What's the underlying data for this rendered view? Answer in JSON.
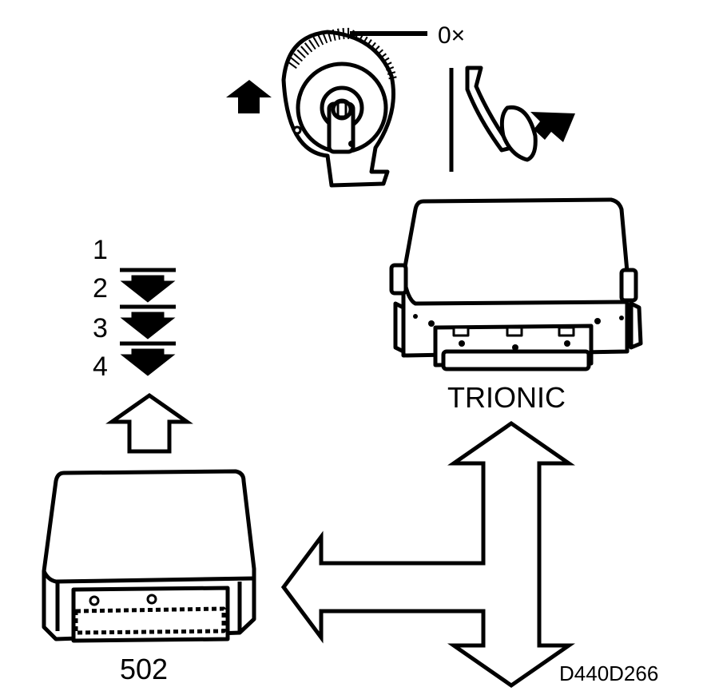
{
  "labels": {
    "throttle_position": "0×",
    "trionic_unit": "TRIONIC",
    "tcm_unit": "502",
    "figure_code": "D440D266"
  },
  "gears": [
    "1",
    "2",
    "3",
    "4"
  ],
  "colors": {
    "line": "#000000",
    "background": "#ffffff"
  },
  "icons": [
    "throttle-body-icon",
    "accelerator-pedal-icon",
    "push-arrow-icon",
    "pedal-press-arrow-icon",
    "downshift-arrow-icon",
    "up-arrow-icon",
    "bidirectional-arrow-icon"
  ]
}
